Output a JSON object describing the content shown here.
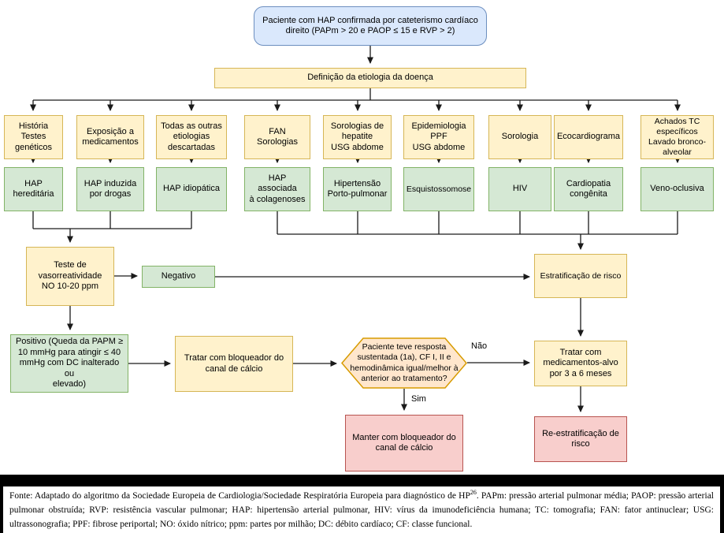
{
  "flowchart": {
    "nodes": {
      "confirmed": {
        "label": "Paciente com HAP confirmada por cateterismo cardíaco direito (PAPm > 20 e PAOP ≤ 15 e RVP > 2)"
      },
      "etiologia": {
        "label": "Definição da etiologia da doença"
      },
      "historia": {
        "label": "História\nTestes\ngenéticos"
      },
      "exposicao": {
        "label": "Exposição a\nmedicamentos"
      },
      "outras": {
        "label": "Todas as outras\netiologias\ndescartadas"
      },
      "fan": {
        "label": "FAN\nSorologias"
      },
      "hepatite": {
        "label": "Sorologias de\nhepatite\nUSG abdome"
      },
      "epidemiologia": {
        "label": "Epidemiologia\nPPF\nUSG abdome"
      },
      "sorologia": {
        "label": "Sorologia"
      },
      "ecocardiograma": {
        "label": "Ecocardiograma"
      },
      "achados": {
        "label": "Achados TC\nespecíficos\nLavado bronco-\nalveolar"
      },
      "hereditaria": {
        "label": "HAP\nhereditária"
      },
      "drogas": {
        "label": "HAP induzida\npor drogas"
      },
      "idiopatica": {
        "label": "HAP idiopática"
      },
      "colagenoses": {
        "label": "HAP associada\nà colagenoses"
      },
      "portopulmonar": {
        "label": "Hipertensão\nPorto-pulmonar"
      },
      "esquistossomose": {
        "label": "Esquistossomose"
      },
      "hiv": {
        "label": "HIV"
      },
      "cardiopatia": {
        "label": "Cardiopatia\ncongênita"
      },
      "veno": {
        "label": "Veno-oclusiva"
      },
      "teste": {
        "label": "Teste de\nvasorreatividade\nNO 10-20 ppm"
      },
      "negativo": {
        "label": "Negativo"
      },
      "estratificacao": {
        "label": "Estratificação de risco"
      },
      "positivo": {
        "label": "Positivo (Queda da PAPM ≥\n10 mmHg para atingir ≤ 40\nmmHg com DC inalterado ou\nelevado)"
      },
      "tratar_bcc": {
        "label": "Tratar com bloqueador do\ncanal de cálcio"
      },
      "decisao": {
        "label": "Paciente teve resposta sustentada (1a), CF I, II e hemodinâmica igual/melhor à anterior ao tratamento?"
      },
      "tratar_alvo": {
        "label": "Tratar com\nmedicamentos-alvo\npor 3 a 6 meses"
      },
      "manter": {
        "label": "Manter com bloqueador do\ncanal de cálcio"
      },
      "reestratificacao": {
        "label": "Re-estratificação de\nrisco"
      }
    },
    "edge_labels": {
      "no": "Não",
      "yes": "Sim"
    },
    "colors": {
      "blue_fill": "#dae8fc",
      "blue_border": "#6c8ebf",
      "yellow_fill": "#fff2cc",
      "yellow_border": "#d6b656",
      "green_fill": "#d5e8d4",
      "green_border": "#82b366",
      "orange_fill": "#ffe6cc",
      "orange_border": "#d79b00",
      "pink_fill": "#f8cecc",
      "pink_border": "#b85450",
      "line": "#1a1a1a"
    }
  },
  "footnote": {
    "part1": "Fonte: Adaptado do algoritmo da Sociedade Europeia de Cardiologia/Sociedade Respiratória Europeia para diagnóstico de HP",
    "superscript": "26",
    "part2": ". PAPm: pressão arterial pulmonar média; PAOP: pressão arterial pulmonar obstruída; RVP: resistência vascular pulmonar; HAP: hipertensão arterial pulmonar, HIV: vírus da imunodeficiência humana; TC: tomografia; FAN: fator antinuclear; USG: ultrassonografia; PPF: fibrose periportal; NO: óxido nítrico; ppm: partes por milhão; DC: débito cardíaco; CF: classe funcional."
  }
}
